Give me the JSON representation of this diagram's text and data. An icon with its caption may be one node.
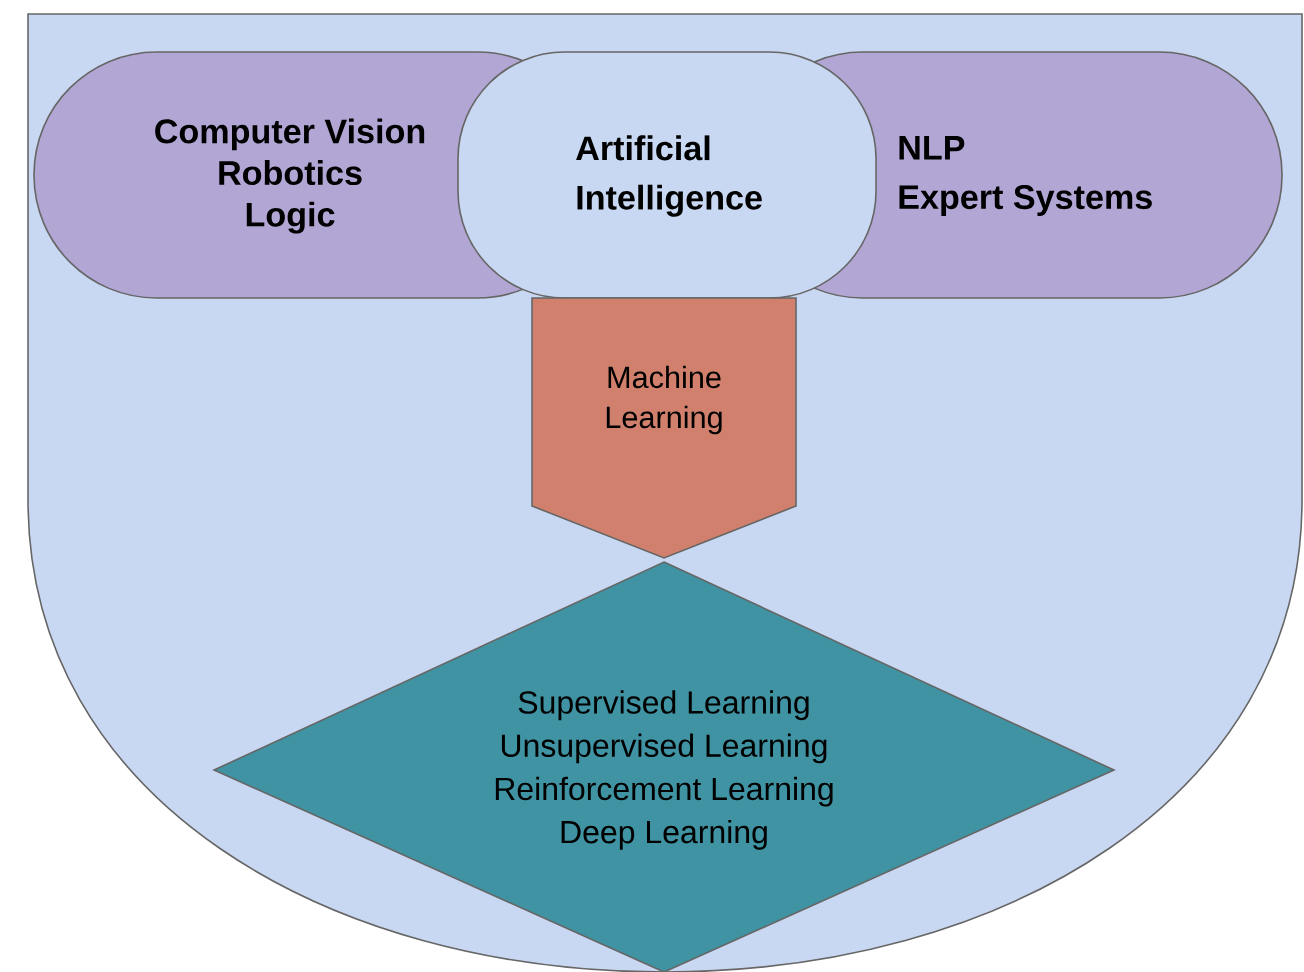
{
  "diagram": {
    "nodes": [
      {
        "text": [],
        "shape": "shield"
      },
      {
        "text": [
          "Computer Vision",
          "Robotics",
          "Logic"
        ],
        "in": 0
      },
      {
        "text": [
          "Artificial Intelligence"
        ],
        "in": 0
      },
      {
        "text": [
          "NLP",
          "Expert Systems"
        ],
        "in": 0
      },
      {
        "text": [
          "Machine Learning"
        ],
        "in": 0
      },
      {
        "text": [
          "Supervised Learning",
          "Unsupervised Learning",
          "Reinforcement Learning",
          "Deep Learning"
        ],
        "in": 0
      }
    ]
  }
}
